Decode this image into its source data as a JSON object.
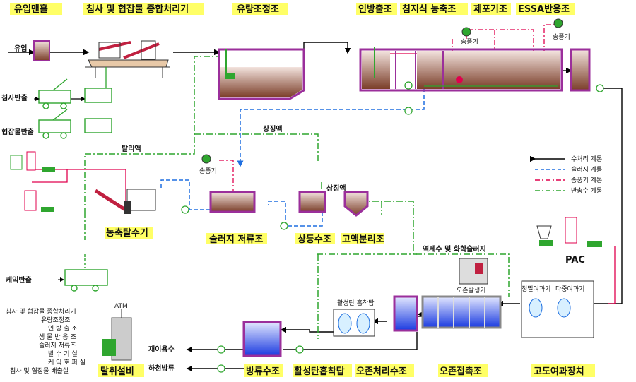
{
  "top_labels": [
    "유입맨홀",
    "침사 및 협잡물 종합처리기",
    "유량조정조",
    "인방출조",
    "침지식 농축조",
    "제포기조",
    "ESSA반응조"
  ],
  "bottom_labels": [
    "탈취설비",
    "방류수조",
    "활성탄흡착탑",
    "오존처리수조",
    "오존접촉조",
    "고도여과장치"
  ],
  "mid_labels": [
    "농축탈수기",
    "슬러지 저류조",
    "상등수조",
    "고액분리조"
  ],
  "left_side": [
    "유입",
    "침사반출",
    "협잡물반출",
    "케익반출"
  ],
  "flow_texts": {
    "separated": "탈리액",
    "supernatant1": "상징액",
    "supernatant2": "상징액",
    "backwash": "역세수 및 화학슬러지",
    "carbon_tower": "활성탄 흡착탑",
    "ozone_gen": "오존발생기",
    "precision_filter": "정밀여과기",
    "multi_filter": "다중여과기",
    "pac": "PAC",
    "reuse": "재이용수",
    "discharge": "하천방류",
    "blower": "송풍기",
    "atm": "ATM"
  },
  "legend": [
    {
      "label": "수처리 계통",
      "color": "#000000"
    },
    {
      "label": "슬러지 계통",
      "color": "#1f6fe0"
    },
    {
      "label": "송풍기 계통",
      "color": "#e0004d"
    },
    {
      "label": "반송수 계통",
      "color": "#2fa62f"
    }
  ],
  "deodor_list": [
    "침사 및 협잡물 종합처리기",
    "유량조정조",
    "인 방 출 조",
    "생 물 반 응 조",
    "슬러지 저류조",
    "발 수 기 실",
    "케 익 호 퍼 실",
    "침사 및 협잡물 배출실"
  ]
}
